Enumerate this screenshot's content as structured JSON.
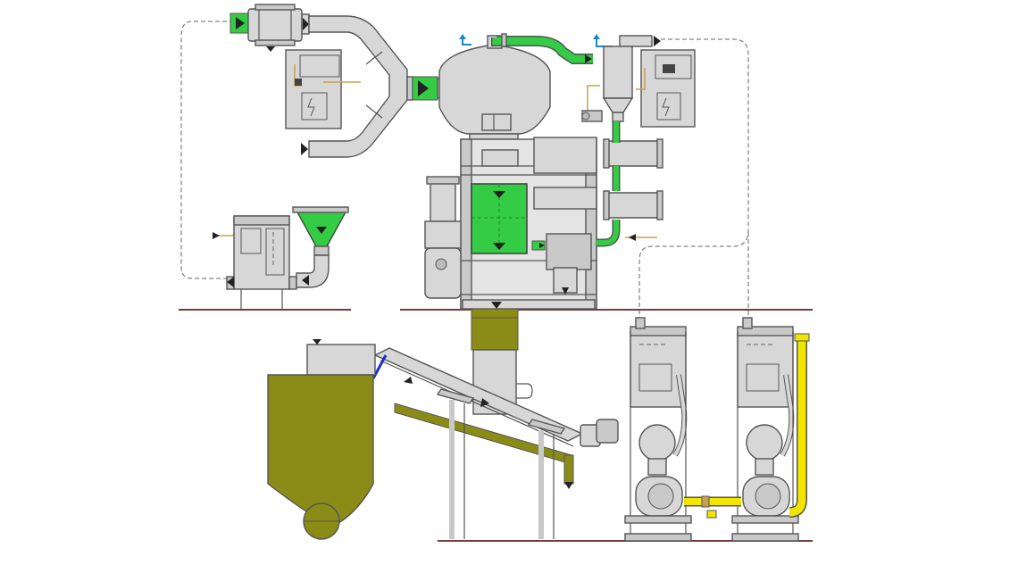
{
  "diagram": {
    "colors": {
      "background": "#ffffff",
      "machine_grey": "#d7d7d7",
      "outline": "#555555",
      "process_green": "#33cc44",
      "bin_olive": "#8b8b17",
      "water_yellow": "#f2e600",
      "floor_line": "#7a3b3b",
      "utility_line": "#c8a24a",
      "vent_blue": "#1e88c7",
      "screw_blue": "#1e2fd0"
    },
    "components": [
      "inlet-filter-housing",
      "y-branch-pipe",
      "upper-control-cabinet-left",
      "cyclone-separator",
      "green-transfer-pipe",
      "secondary-cyclone",
      "upper-control-cabinet-right",
      "main-machine-frame",
      "green-process-box",
      "heat-exchanger-units",
      "drive-motor",
      "feed-hopper-station",
      "discharge-chute",
      "inclined-screw-conveyor",
      "storage-silo",
      "vacuum-pump-unit-1",
      "vacuum-pump-unit-2",
      "yellow-water-line"
    ]
  }
}
